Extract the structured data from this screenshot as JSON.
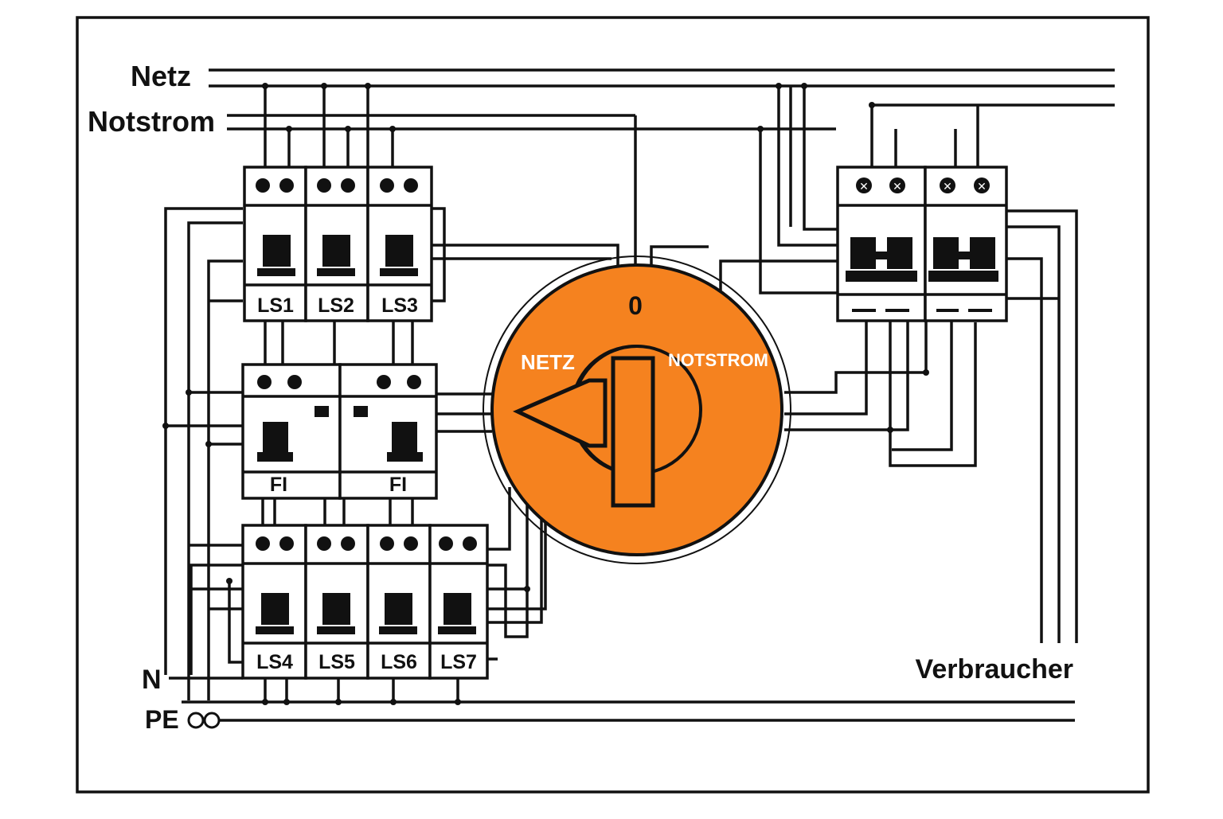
{
  "lines": {
    "netz": "Netz",
    "notstrom": "Notstrom",
    "n": "N",
    "pe": "PE",
    "verbraucher": "Verbraucher"
  },
  "breakers_top": [
    "LS1",
    "LS2",
    "LS3"
  ],
  "rcd": [
    "FI",
    "FI"
  ],
  "breakers_bottom": [
    "LS4",
    "LS5",
    "LS6",
    "LS7"
  ],
  "switch": {
    "pos_0": "0",
    "pos_netz": "NETZ",
    "pos_notstrom": "NOTSTROM",
    "color": "#f5821f"
  }
}
